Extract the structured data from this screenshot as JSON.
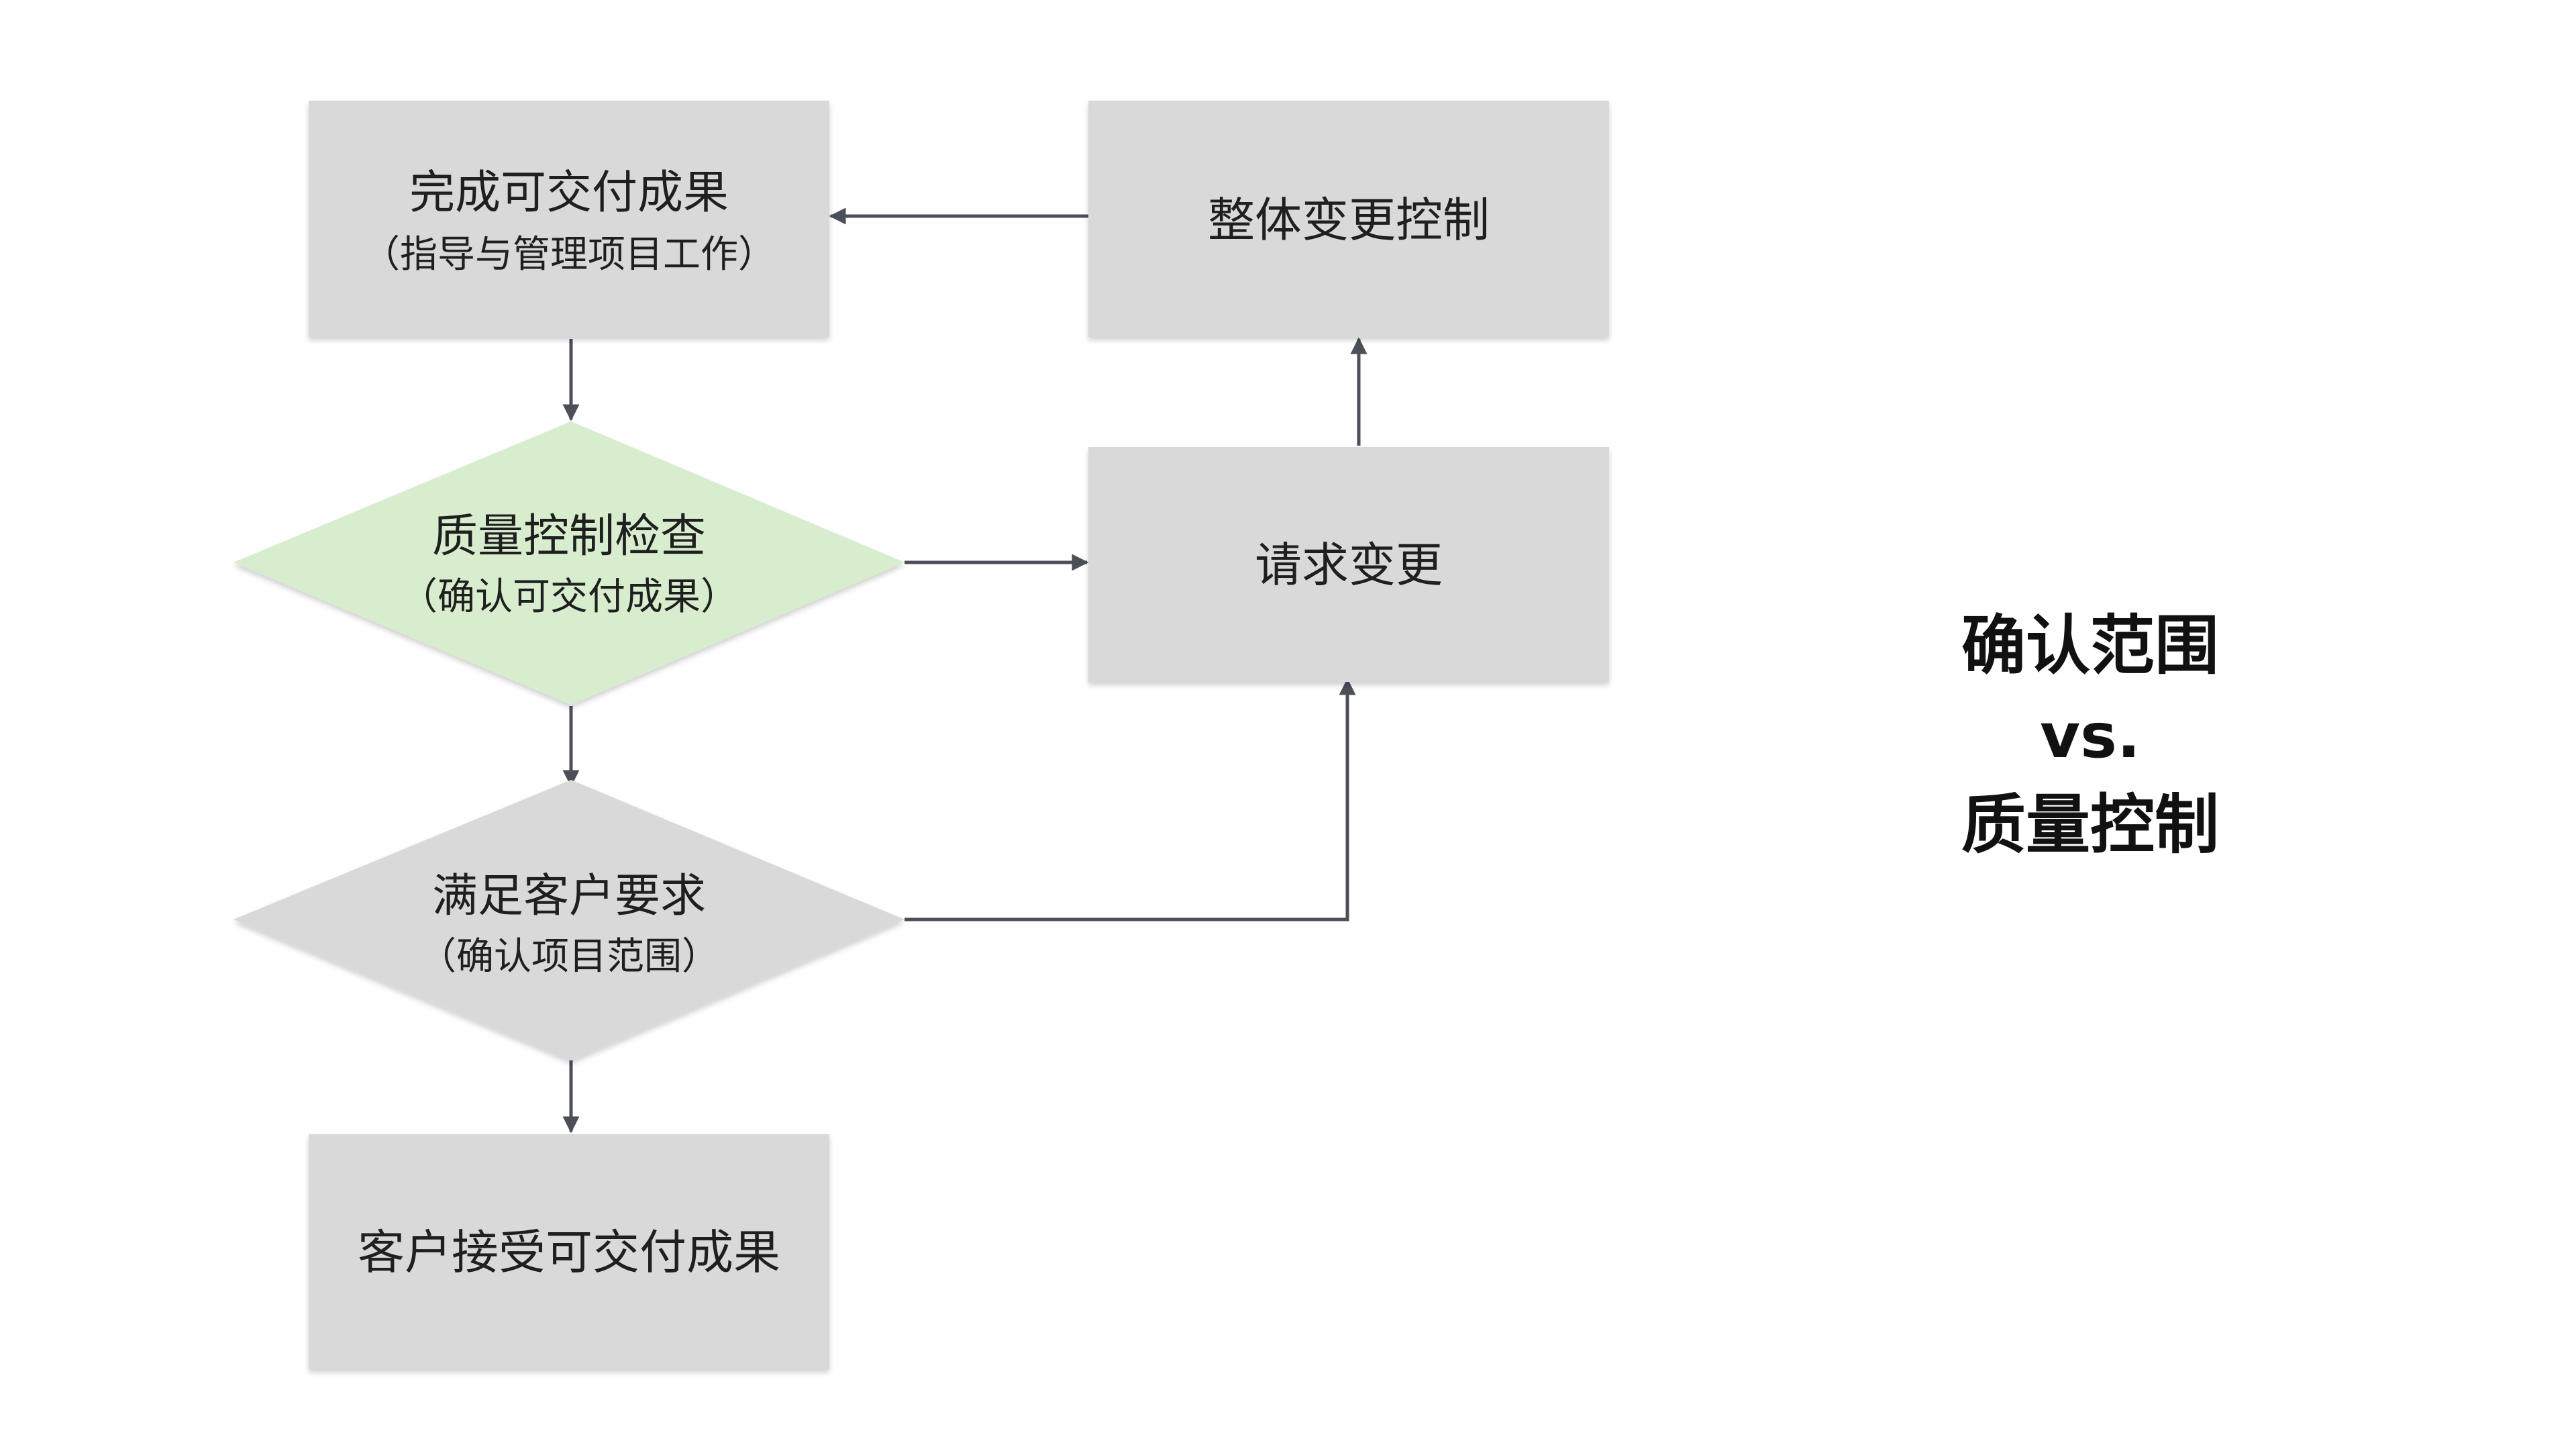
{
  "colors": {
    "background": "#ffffff",
    "box_fill": "#d9d9d9",
    "decision_green": "#d7edcd",
    "decision_gray": "#d9d9d9",
    "connector": "#4b4f58",
    "text": "#1f1f1f"
  },
  "nodes": {
    "deliverables": {
      "line1": "完成可交付成果",
      "line2": "（指导与管理项目工作）"
    },
    "change_control": {
      "label": "整体变更控制"
    },
    "quality_check": {
      "line1": "质量控制检查",
      "line2": "（确认可交付成果）"
    },
    "change_request": {
      "label": "请求变更"
    },
    "customer_req": {
      "line1": "满足客户要求",
      "line2": "（确认项目范围）"
    },
    "accepted": {
      "label": "客户接受可交付成果"
    }
  },
  "side_title": {
    "line1": "确认范围",
    "line2": "vs.",
    "line3": "质量控制"
  }
}
